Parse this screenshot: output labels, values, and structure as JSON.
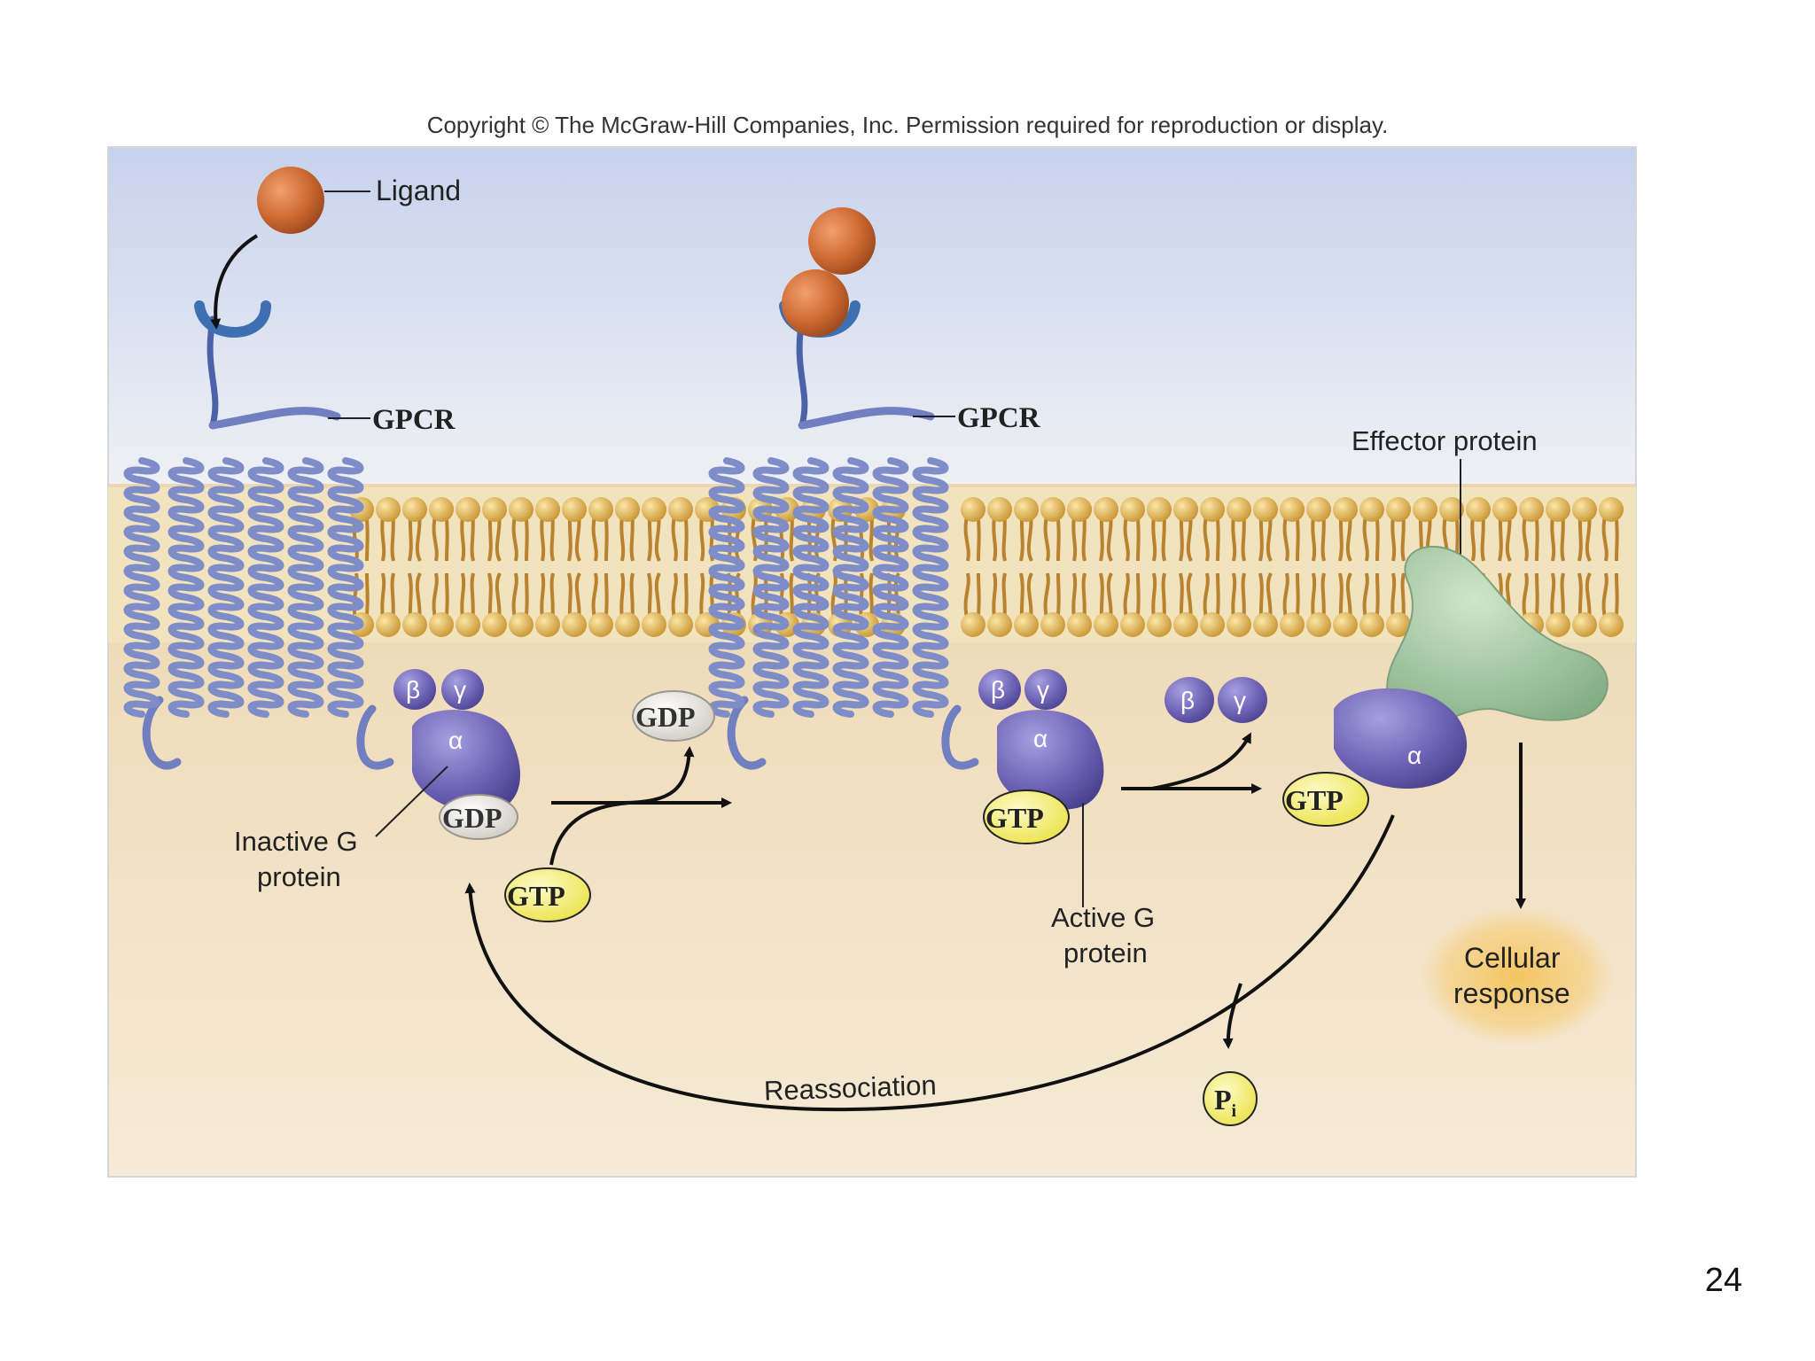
{
  "slide": {
    "copyright": "Copyright © The McGraw-Hill Companies, Inc. Permission required for reproduction or display.",
    "page_number": "24"
  },
  "diagram": {
    "ligand_label": "Ligand",
    "gpcr_label": "GPCR",
    "effector_label": "Effector protein",
    "inactive_g_line1": "Inactive G",
    "inactive_g_line2": "protein",
    "active_g_line1": "Active G",
    "active_g_line2": "protein",
    "cellular_line1": "Cellular",
    "cellular_line2": "response",
    "reassociation_label": "Reassociation",
    "gdp": "GDP",
    "gtp": "GTP",
    "pi_main": "P",
    "pi_sub": "i",
    "alpha": "α",
    "beta": "β",
    "gamma": "γ"
  },
  "colors": {
    "sky_top": "#c9d3ea",
    "cytoplasm": "#efdcb8",
    "lipid_head": "#d8a848",
    "gpcr_helix": "#7d8cc6",
    "g_protein": "#6f64b3",
    "ligand": "#cf6d35",
    "effector": "#9cc49b",
    "gtp_fill": "#f5f070",
    "gdp_fill": "#e8e6e0",
    "response_glow": "#f2c66a"
  }
}
